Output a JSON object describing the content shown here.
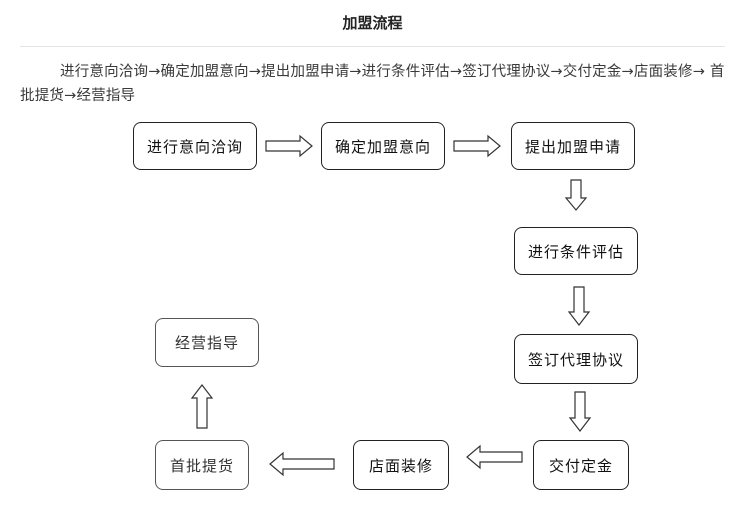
{
  "title": "加盟流程",
  "summary": {
    "text": "进行意向洽询→确定加盟意向→提出加盟申请→进行条件评估→签订代理协议→交付定金→店面装修→ 首批提货→经营指导"
  },
  "diagram": {
    "nodes": [
      {
        "id": "n1",
        "label": "进行意向洽询"
      },
      {
        "id": "n2",
        "label": "确定加盟意向"
      },
      {
        "id": "n3",
        "label": "提出加盟申请"
      },
      {
        "id": "n4",
        "label": "进行条件评估"
      },
      {
        "id": "n5",
        "label": "签订代理协议"
      },
      {
        "id": "n6",
        "label": "交付定金"
      },
      {
        "id": "n7",
        "label": "店面装修"
      },
      {
        "id": "n8",
        "label": "首批提货"
      },
      {
        "id": "n9",
        "label": "经营指导"
      }
    ],
    "edges": [
      {
        "from": "n1",
        "to": "n2",
        "direction": "right"
      },
      {
        "from": "n2",
        "to": "n3",
        "direction": "right"
      },
      {
        "from": "n3",
        "to": "n4",
        "direction": "down"
      },
      {
        "from": "n4",
        "to": "n5",
        "direction": "down"
      },
      {
        "from": "n5",
        "to": "n6",
        "direction": "down"
      },
      {
        "from": "n6",
        "to": "n7",
        "direction": "left"
      },
      {
        "from": "n7",
        "to": "n8",
        "direction": "left"
      },
      {
        "from": "n8",
        "to": "n9",
        "direction": "up"
      }
    ]
  }
}
